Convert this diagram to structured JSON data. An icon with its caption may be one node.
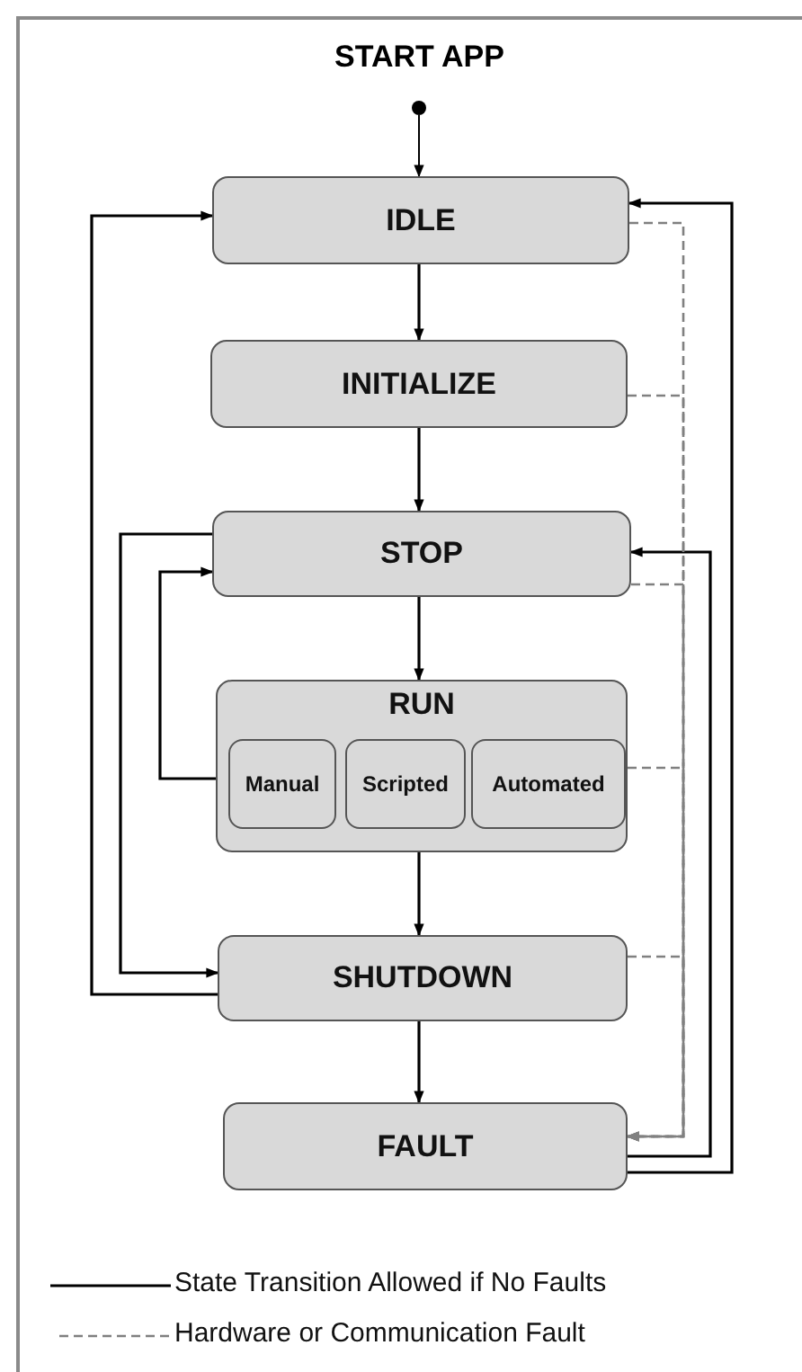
{
  "diagram": {
    "nodes": [
      {
        "text": [],
        "shape": "circle",
        "beside": [
          "START APP"
        ]
      },
      {
        "text": [
          "IDLE"
        ]
      },
      {
        "text": [
          "INITIALIZE"
        ]
      },
      {
        "text": [
          "STOP"
        ]
      },
      {
        "text": [
          "RUN"
        ]
      },
      {
        "text": [
          "Manual"
        ],
        "in": 4
      },
      {
        "text": [
          "Scripted"
        ],
        "in": 4
      },
      {
        "text": [
          "Automated"
        ],
        "in": 4
      },
      {
        "text": [
          "SHUTDOWN"
        ]
      },
      {
        "text": [
          "FAULT"
        ]
      }
    ],
    "edges": [
      {
        "from": 0,
        "to": 1,
        "arrow": "to"
      },
      {
        "from": 1,
        "to": 2,
        "arrow": "to"
      },
      {
        "from": 2,
        "to": 3,
        "arrow": "to"
      },
      {
        "from": 3,
        "to": 4,
        "arrow": "to"
      },
      {
        "from": 4,
        "to": 8,
        "arrow": "to"
      },
      {
        "from": 8,
        "to": 9,
        "arrow": "to"
      },
      {
        "from": 8,
        "to": 1,
        "arrow": "to"
      },
      {
        "from": 3,
        "to": 8,
        "arrow": "to"
      },
      {
        "from": 4,
        "to": 3,
        "arrow": "to"
      },
      {
        "from": 9,
        "to": 1,
        "arrow": "to"
      },
      {
        "from": 9,
        "to": 3,
        "arrow": "to"
      },
      {
        "from": 1,
        "to": 9,
        "arrow": "to",
        "style": "dashed",
        "color": "#808080"
      },
      {
        "from": 2,
        "to": 9,
        "arrow": "to",
        "style": "dashed",
        "color": "#808080"
      },
      {
        "from": 3,
        "to": 9,
        "arrow": "to",
        "style": "dashed",
        "color": "#808080"
      },
      {
        "from": 4,
        "to": 9,
        "arrow": "to",
        "style": "dashed",
        "color": "#808080"
      },
      {
        "from": 8,
        "to": 9,
        "arrow": "to",
        "style": "dashed",
        "color": "#808080"
      }
    ],
    "legend": [
      {
        "text": "State Transition Allowed if No Faults"
      },
      {
        "text": "Hardware or Communication Fault"
      }
    ]
  }
}
